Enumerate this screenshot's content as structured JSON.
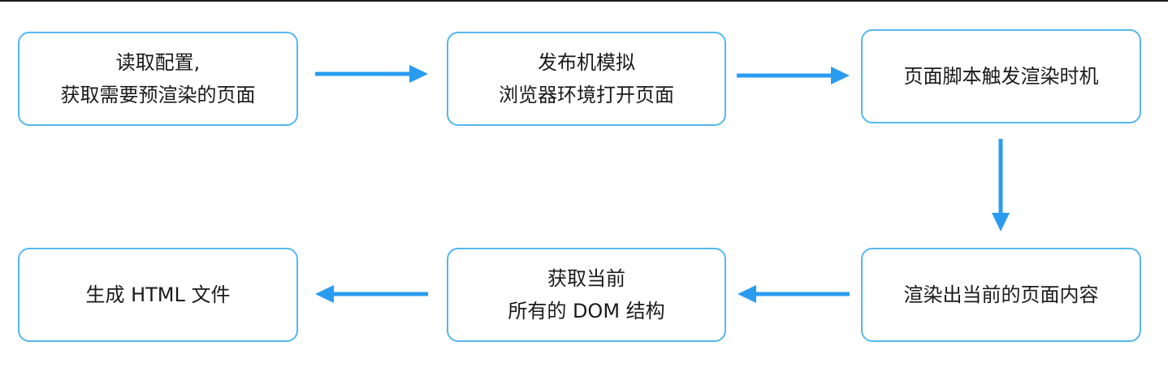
{
  "colors": {
    "node_border": "#55b8ee",
    "arrow": "#2a9cf0",
    "text": "#1a1a1a",
    "top_rule": "#1a1a1a"
  },
  "steps": [
    {
      "text": "读取配置,\n获取需要预渲染的页面"
    },
    {
      "text": "发布机模拟\n浏览器环境打开页面"
    },
    {
      "text": "页面脚本触发渲染时机"
    },
    {
      "text": "渲染出当前的页面内容"
    },
    {
      "text": "获取当前\n所有的 DOM 结构"
    },
    {
      "text": "生成 HTML 文件"
    }
  ]
}
